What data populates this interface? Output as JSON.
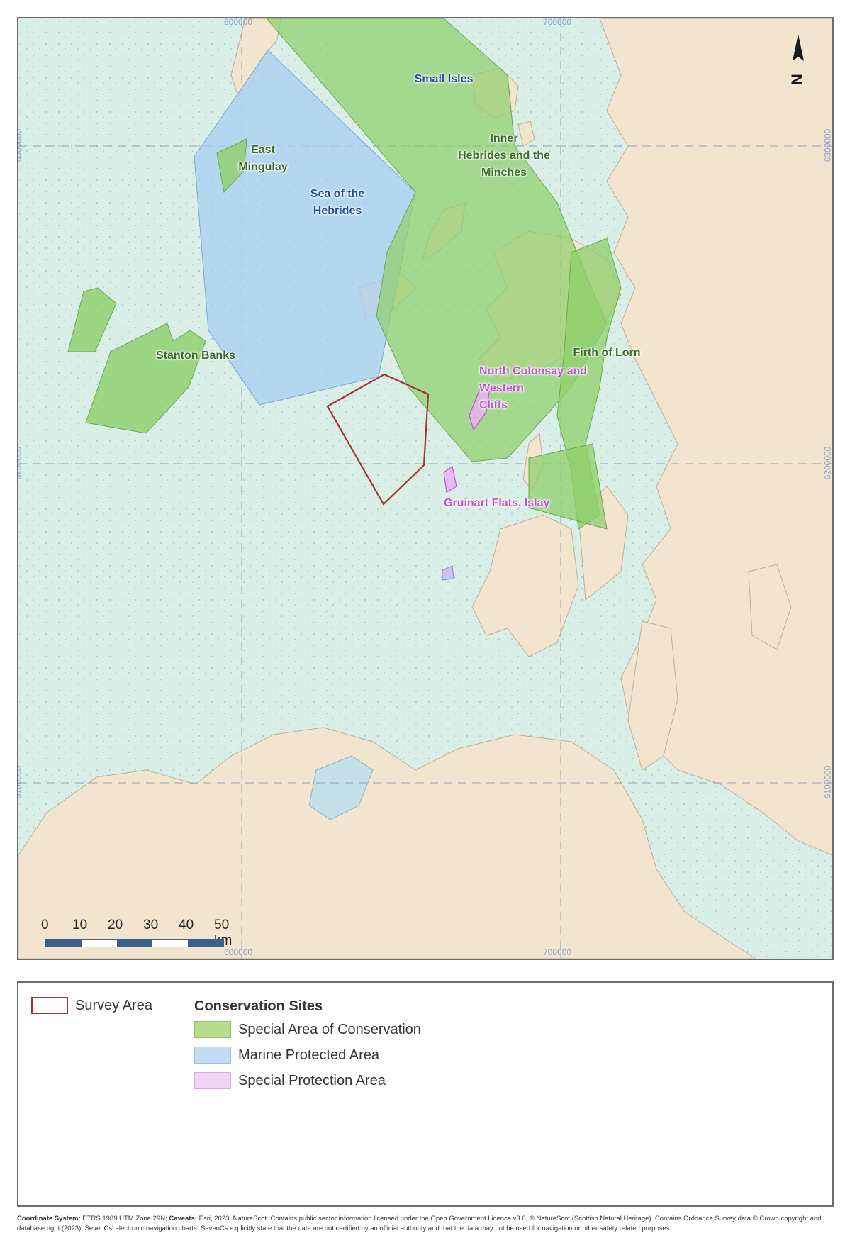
{
  "grid": {
    "x_labels": [
      "600000",
      "700000"
    ],
    "y_labels": [
      "6300000",
      "6200000",
      "6100000"
    ]
  },
  "site_labels": {
    "small_isles": "Small Isles",
    "east_mingulay": "East\nMingulay",
    "sea_of_the_hebrides": "Sea of the\nHebrides",
    "inner_hebrides": "Inner\nHebrides and the\nMinches",
    "stanton_banks": "Stanton Banks",
    "firth_of_lorn": "Firth of Lorn",
    "north_colonsay": "North Colonsay and\nWestern\nCliffs",
    "gruinart_flats": "Gruinart Flats, Islay"
  },
  "north_arrow": {
    "letter": "N",
    "icon": "north-arrow-icon"
  },
  "scale_bar": {
    "ticks": [
      "0",
      "10",
      "20",
      "30",
      "40",
      "50 km"
    ]
  },
  "legend": {
    "survey_area": "Survey Area",
    "heading": "Conservation Sites",
    "items": [
      {
        "label": "Special Area of Conservation",
        "color": "#b6dc8e"
      },
      {
        "label": "Marine Protected Area",
        "color": "#c3dcf5"
      },
      {
        "label": "Special Protection Area",
        "color": "#f0d3f5"
      }
    ],
    "survey_color": "#a83232"
  },
  "colors": {
    "sea": "#d8eee6",
    "land": "#f2e4cf",
    "sac": "#8fcf6a",
    "mpa": "#a9cdf2",
    "spa": "#e6b3f2",
    "survey": "#a83232"
  },
  "footer": {
    "cs_label": "Coordinate System:",
    "cs_value": " ETRS 1989 UTM Zone 29N; ",
    "caveats_label": "Caveats:",
    "caveats_value": " Esri, 2023; NatureScot. Contains public sector information licensed under the Open Government Licence v3.0, © NatureScot (Scottish Natural Heritage). Contains Ordnance Survey data © Crown copyright and database right (2023); SevenCs' electronic navigation charts. SevenCs explicitly state that the data are not certified by an official authority and that the data may not be used for navigation or other safety related purposes."
  }
}
